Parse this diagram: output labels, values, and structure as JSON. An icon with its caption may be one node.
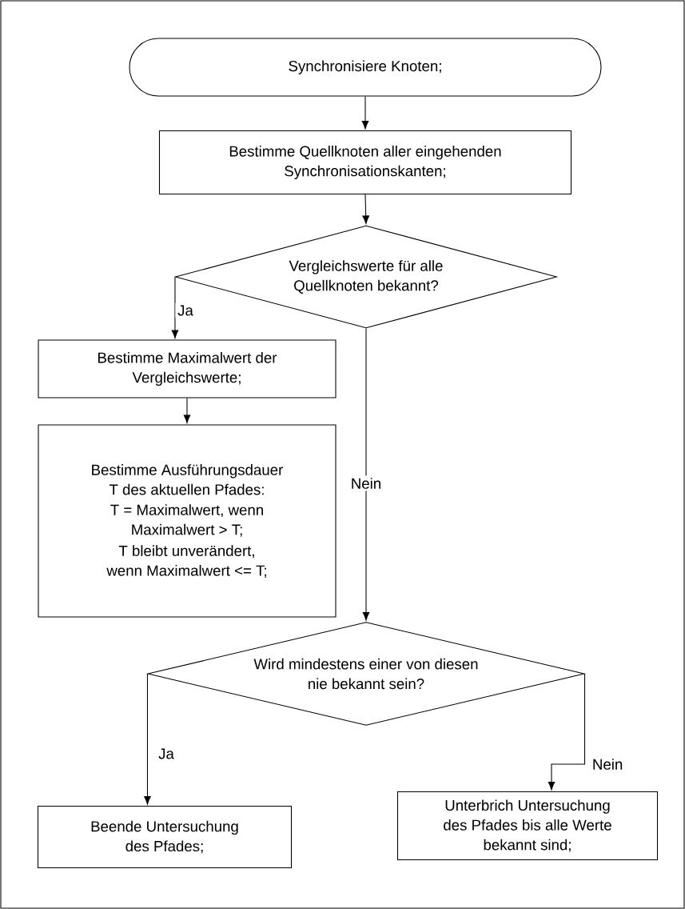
{
  "diagram": {
    "nodes": [
      {
        "text": [
          "Synchronisiere Knoten;"
        ]
      },
      {
        "text": [
          "Bestimme Quellknoten aller eingehenden Synchronisationskanten;"
        ]
      },
      {
        "text": [
          "Vergleichswerte für alle Quellknoten bekannt?"
        ]
      },
      {
        "text": [
          "Bestimme Maximalwert der Vergleichswerte;"
        ]
      },
      {
        "text": [
          "Bestimme Ausführungsdauer T des aktuellen Pfades:",
          "T = Maximalwert, wenn Maximalwert > T;",
          "T bleibt unverändert, wenn Maximalwert <= T;"
        ]
      },
      {
        "text": [
          "Wird mindestens einer von diesen nie bekannt sein?"
        ]
      },
      {
        "text": [
          "Beende Untersuchung des Pfades;"
        ]
      },
      {
        "text": [
          "Unterbrich Untersuchung des Pfades bis alle Werte bekannt sind;"
        ]
      }
    ],
    "edges": [
      {
        "from": 0,
        "to": 1,
        "arrow": "to"
      },
      {
        "from": 1,
        "to": 2,
        "arrow": "to"
      },
      {
        "from": 2,
        "to": 3,
        "arrow": "to",
        "label": "Ja"
      },
      {
        "from": 3,
        "to": 4,
        "arrow": "to"
      },
      {
        "from": 2,
        "to": 5,
        "arrow": "to",
        "label": "Nein"
      },
      {
        "from": 5,
        "to": 6,
        "arrow": "to",
        "label": "Ja"
      },
      {
        "from": 5,
        "to": 7,
        "arrow": "to",
        "label": "Nein"
      }
    ]
  }
}
